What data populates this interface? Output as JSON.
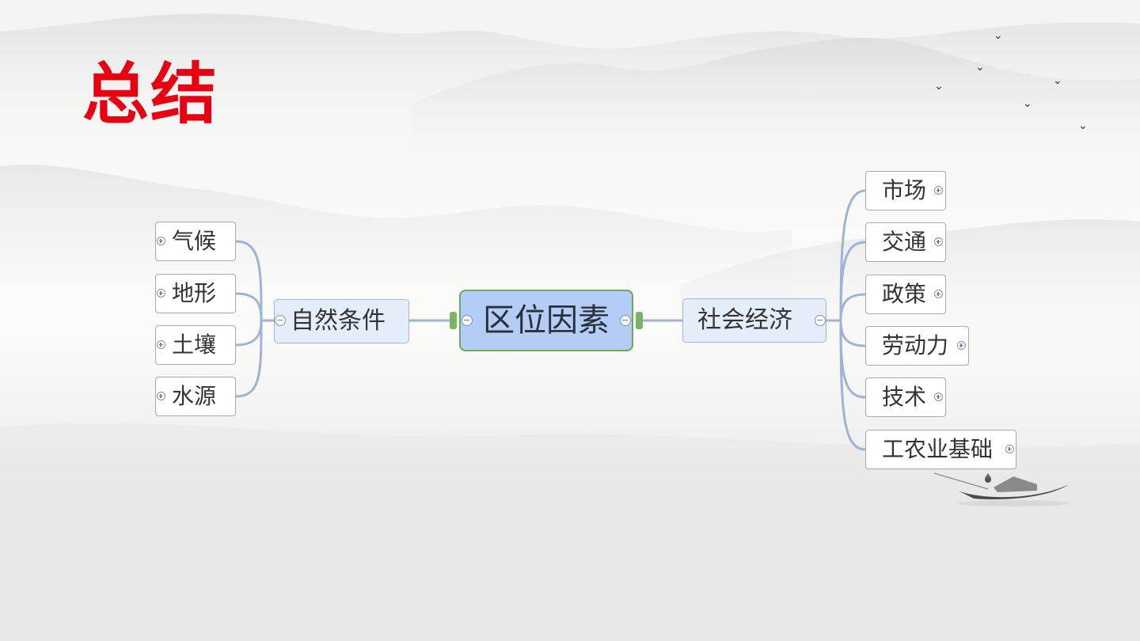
{
  "title": "总结",
  "center": "区位因素",
  "branches": {
    "left": {
      "label": "自然条件",
      "children": [
        "气候",
        "地形",
        "土壤",
        "水源"
      ]
    },
    "right": {
      "label": "社会经济",
      "children": [
        "市场",
        "交通",
        "政策",
        "劳动力",
        "技术",
        "工农业基础"
      ]
    }
  },
  "colors": {
    "title": "#e60012",
    "center_fill": "#b4cdf6",
    "center_border": "#6ea85a",
    "branch_fill": "#e4edfa",
    "connector": "#9fb3d6"
  },
  "icons": [
    "mountain-landscape",
    "birds",
    "fishing-boat"
  ]
}
